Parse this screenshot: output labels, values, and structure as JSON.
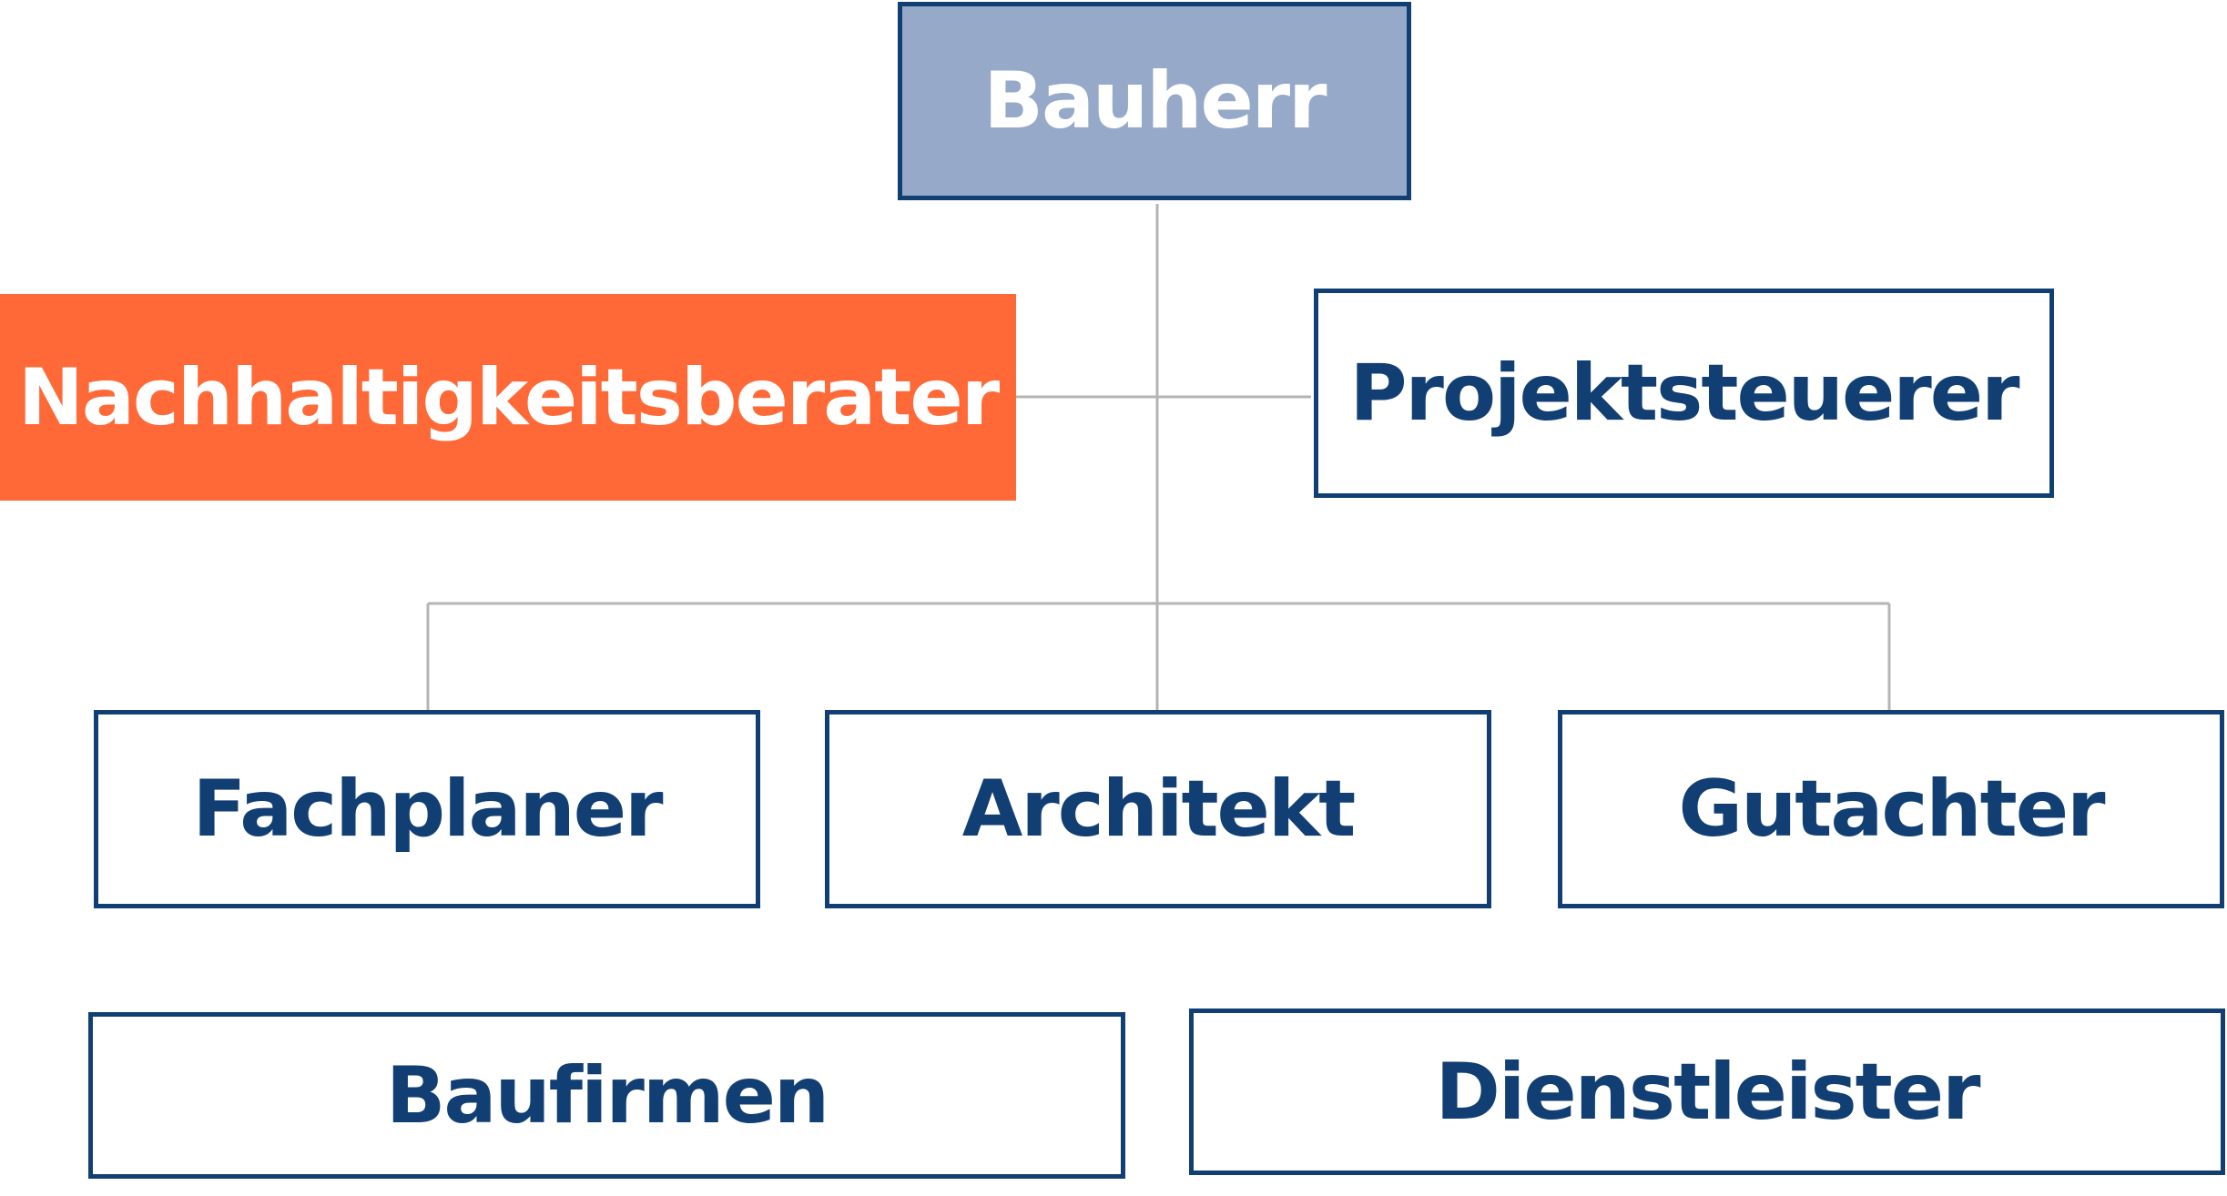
{
  "diagram": {
    "root": "Bauherr",
    "advisor": "Nachhaltigkeitsberater",
    "controller": "Projektsteuerer",
    "level2": [
      "Fachplaner",
      "Architekt",
      "Gutachter"
    ],
    "level3": [
      "Baufirmen",
      "Dienstleister"
    ]
  },
  "colors": {
    "primary": "#123f73",
    "root_fill": "#96a9c8",
    "accent": "#fe6937",
    "connector": "#b4b4b4"
  }
}
